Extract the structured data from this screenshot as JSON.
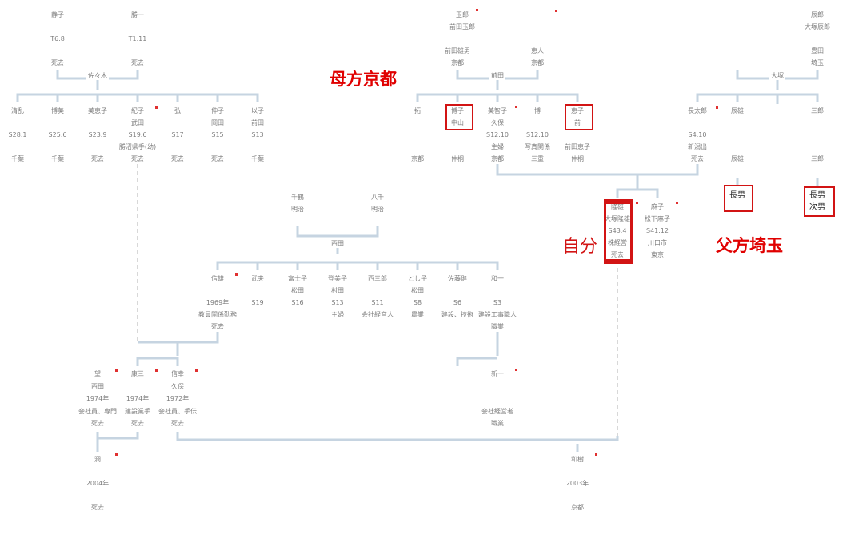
{
  "headings": {
    "mother_side": "母方京都",
    "father_side": "父方埼玉",
    "self": "自分"
  },
  "labels": {
    "sasaki": "佐々木",
    "maeda": "前田",
    "otsuka": "大塚",
    "nishida": "西田"
  },
  "top_left": {
    "grandmother": "静子\n\nT6.8\n\n死去",
    "grandfather": "勝一\n\nT1.11\n\n死去",
    "children": [
      "清乱\n\nS28.1\n\n千葉",
      "博美\n\nS25.6\n\n千葉",
      "美恵子\n\nS23.9\n\n死去",
      "紀子\n武田\nS19.6\n勝沼県手(幼)\n死去",
      "弘\n\nS17\n\n死去",
      "伸子\n岡田\nS15\n\n死去",
      "以子\n前田\nS13\n\n千葉"
    ]
  },
  "mother_side": {
    "great_grandfather": "玉郎\n前田玉郎",
    "grandfather": "前田雄男\n京都",
    "grandmother": "恵人\n京都",
    "children": [
      "拓\n\n\n\n京都",
      "博子\n中山\n\n\n仲桐",
      "美智子\n久保\nS12.10\n主婦\n京都",
      "博\n\nS12.10\n写真関係\n三重",
      "恵子\n前\n\n前田恵子\n仲桐"
    ]
  },
  "father_side": {
    "great_grandfather": "辰郎\n大塚辰郎",
    "grandmother": "豊田\n埼玉",
    "children": [
      "長太郎",
      "辰雄",
      "三郎"
    ],
    "eldest_details": "S4.10\n新潟出\n死去",
    "second_details": "辰雄",
    "third_details": "三郎",
    "box_1": "長男",
    "box_2": "長男\n次男"
  },
  "self_generation": {
    "self": "隆雄\n大塚隆雄\nS43.4\n株経営\n死去",
    "spouse": "麻子\n松下麻子\nS41.12\n川口市\n東京"
  },
  "middle": {
    "grandmother": "千鶴\n明治",
    "grandfather": "八千\n明治",
    "children": [
      "信雄\n\n1969年\n教員関係勤務\n死去",
      "武夫\n\nS19",
      "富士子\n松田\nS16",
      "登美子\n村田\nS13\n主婦",
      "西三郎\n\nS11\n会社経営人",
      "とし子\n松田\nS8\n農業",
      "佐藤健\n\nS6\n建設、技術",
      "和一\n\nS3\n建設工事職人\n職業"
    ]
  },
  "lower": {
    "nozomu": "望\n西田\n1974年\n会社員、専門\n死去",
    "kozo": "康三\n\n1974年\n建設業手\n死去",
    "nobuyuki": "信幸\n久保\n1972年\n会社員、手伝\n死去",
    "shinichi": "新一\n\n\n会社経営者\n職業",
    "jun": "潤\n2004年\n死去",
    "kazuki": "和樹\n2003年\n京都"
  },
  "colors": {
    "line": "#c6d4e1",
    "accent": "#e00000",
    "box": "#d21414"
  }
}
